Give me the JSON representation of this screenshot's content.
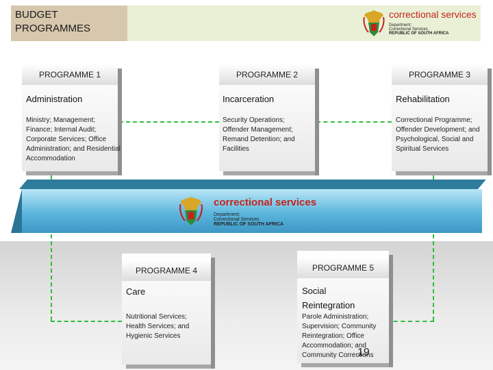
{
  "header": {
    "title": "BUDGET\nPROGRAMMES",
    "org_name": "correctional services",
    "org_dept_lines": [
      "Department:",
      "Correctional Services",
      "REPUBLIC OF SOUTH AFRICA"
    ]
  },
  "banner": {
    "org_name": "correctional services",
    "org_dept_lines": [
      "Department:",
      "Correctional Services",
      "REPUBLIC OF SOUTH AFRICA"
    ]
  },
  "programmes": [
    {
      "label": "PROGRAMME 1",
      "name": "Administration",
      "description": "Ministry; Management; Finance; Internal Audit; Corporate Services; Office Administration; and Residential Accommodation"
    },
    {
      "label": "PROGRAMME 2",
      "name": "Incarceration",
      "description": "Security Operations; Offender Management; Remand Detention; and Facilities"
    },
    {
      "label": "PROGRAMME 3",
      "name": "Rehabilitation",
      "description": "Correctional Programme; Offender Development; and Psychological, Social and Spiritual Services"
    },
    {
      "label": "PROGRAMME 4",
      "name": "Care",
      "description": "Nutritional Services; Health Services; and Hygienic Services"
    },
    {
      "label": "PROGRAMME 5",
      "name": "Social Reintegration",
      "description": "Parole Administration; Supervision; Community Reintegration; Office Accommodation; and Community Corrections"
    }
  ],
  "page_number": "19",
  "colors": {
    "connector": "#2fbf3a",
    "banner": "#5cb6dd",
    "brand_red": "#c2231c"
  }
}
